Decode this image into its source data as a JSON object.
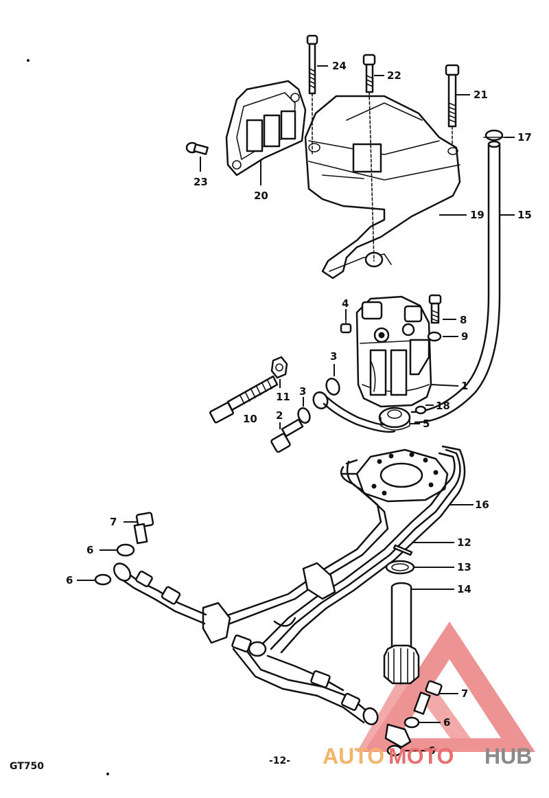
{
  "callouts": {
    "p1": "1",
    "p2": "2",
    "p3a": "3",
    "p3b": "3",
    "p4": "4",
    "p5": "5",
    "p6a": "6",
    "p6b": "6",
    "p6c": "6",
    "p6d": "6",
    "p7a": "7",
    "p7b": "7",
    "p8": "8",
    "p9": "9",
    "p10": "10",
    "p11": "11",
    "p12": "12",
    "p13": "13",
    "p14": "14",
    "p15": "15",
    "p16": "16",
    "p17": "17",
    "p18": "18",
    "p19": "19",
    "p20": "20",
    "p21": "21",
    "p22": "22",
    "p23": "23",
    "p24": "24"
  },
  "footer": {
    "model": "GT750",
    "page": "-12-"
  },
  "watermark": {
    "part1": "AUTO",
    "part2": "MOTO",
    "part3": "HUB",
    "triangle_color": "#e86f6f"
  }
}
